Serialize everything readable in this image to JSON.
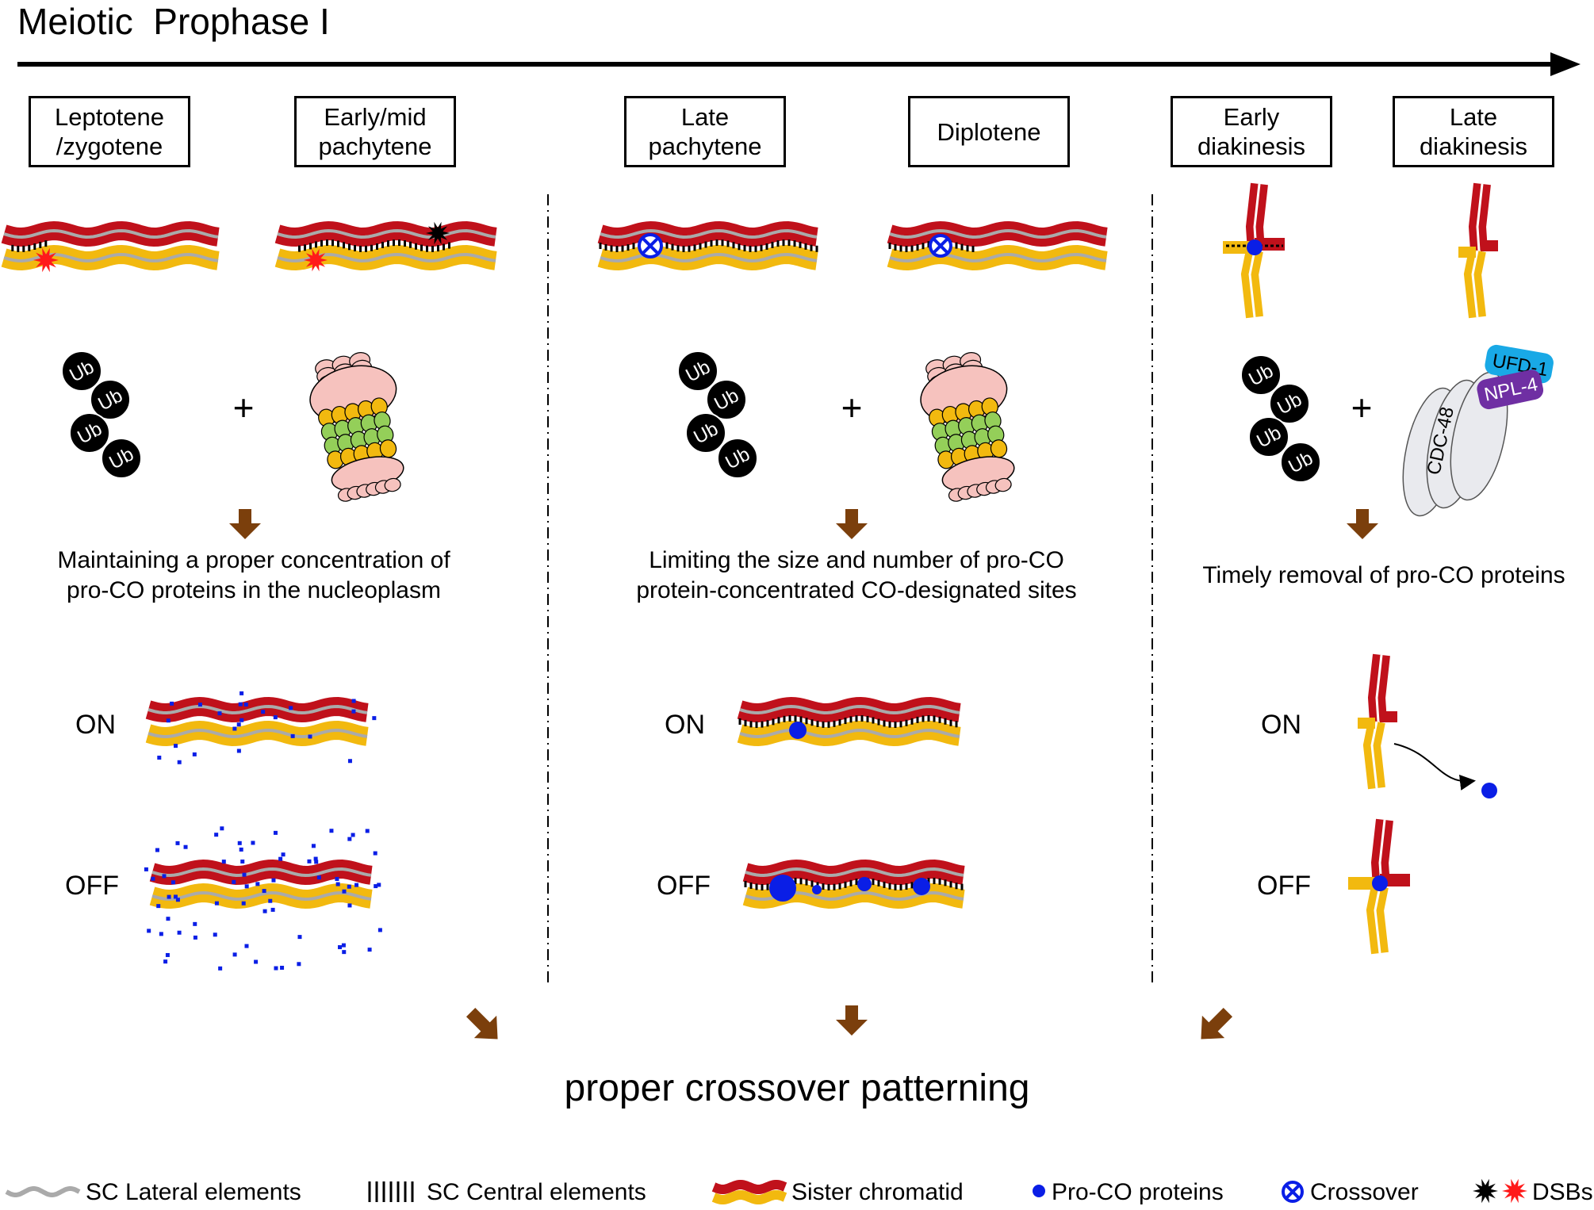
{
  "title": "Meiotic  Prophase I",
  "stages": [
    {
      "label": "Leptotene\n/zygotene"
    },
    {
      "label": "Early/mid\npachytene"
    },
    {
      "label": "Late\npachytene"
    },
    {
      "label": "Diplotene"
    },
    {
      "label": "Early\ndiakinesis"
    },
    {
      "label": "Late\ndiakinesis"
    }
  ],
  "ubiquitin": {
    "label": "Ub"
  },
  "plus": "+",
  "cdc48": {
    "cdc48_label": "CDC-48",
    "ufd1_label": "UFD-1",
    "npl4_label": "NPL-4"
  },
  "roles": [
    {
      "text": "Maintaining a proper concentration of\npro-CO proteins in the nucleoplasm"
    },
    {
      "text": "Limiting the size and number of pro-CO\nprotein-concentrated CO-designated sites"
    },
    {
      "text": "Timely removal of pro-CO proteins"
    }
  ],
  "states": {
    "on": "ON",
    "off": "OFF"
  },
  "result": "proper crossover patterning",
  "legend": {
    "lateral": "SC Lateral elements",
    "central": "SC Central elements",
    "sister": "Sister chromatid",
    "proco": "Pro-CO proteins",
    "crossover": "Crossover",
    "dsb": "DSBs"
  },
  "colors": {
    "red_chromatid": "#c0111b",
    "yellow_chromatid": "#f2b90f",
    "lateral_element": "#aaaaaa",
    "pro_co": "#0a1ee6",
    "arrow_brown": "#7b3f0c",
    "ufd1": "#19a9e6",
    "npl4": "#6f2fa3",
    "dsb_red": "#ff1a1a",
    "proteasome_pink": "#f6c2be",
    "proteasome_yellow": "#f2b90f",
    "proteasome_green": "#94cf59"
  }
}
